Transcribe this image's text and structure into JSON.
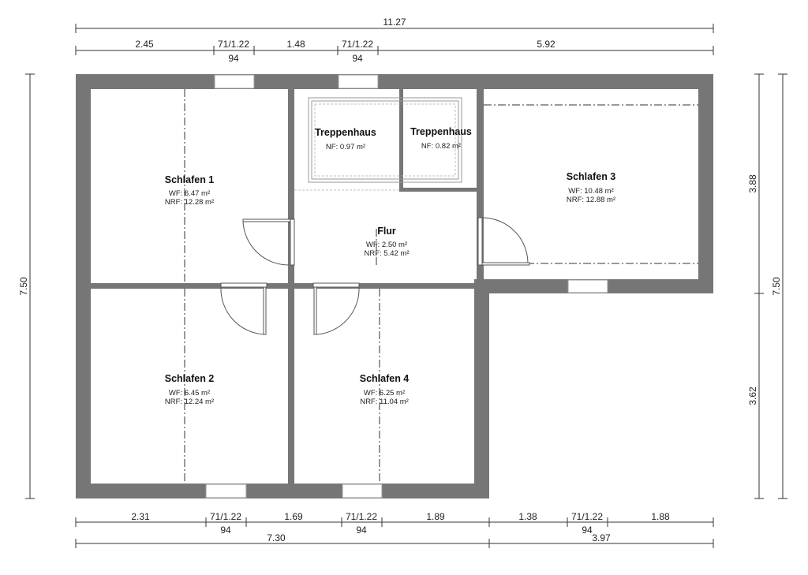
{
  "dimensions": {
    "top_total": "11.27",
    "top_segments": [
      "2.45",
      "71/1.22",
      "1.48",
      "71/1.22",
      "5.92"
    ],
    "top_sub": [
      "94",
      "94"
    ],
    "bottom_segments": [
      "2.31",
      "71/1.22",
      "1.69",
      "71/1.22",
      "1.89",
      "1.38",
      "71/1.22",
      "1.88"
    ],
    "bottom_sub": [
      "94",
      "94",
      "94"
    ],
    "bottom_totals": [
      "7.30",
      "3.97"
    ],
    "left_total": "7.50",
    "right_segments": [
      "3.88",
      "3.62"
    ],
    "right_total": "7.50"
  },
  "rooms": {
    "schlafen1": {
      "name": "Schlafen 1",
      "wf": "WF: 6.47 m²",
      "nrf": "NRF: 12.28 m²"
    },
    "treppenhaus1": {
      "name": "Treppenhaus",
      "nf": "NF: 0.97 m²"
    },
    "treppenhaus2": {
      "name": "Treppenhaus",
      "nf": "NF: 0.82 m²"
    },
    "schlafen3": {
      "name": "Schlafen 3",
      "wf": "WF: 10.48 m²",
      "nrf": "NRF: 12.88 m²"
    },
    "flur": {
      "name": "Flur",
      "wf": "WF: 2.50 m²",
      "nrf": "NRF: 5.42 m²"
    },
    "schlafen2": {
      "name": "Schlafen 2",
      "wf": "WF: 6.45 m²",
      "nrf": "NRF: 12.24 m²"
    },
    "schlafen4": {
      "name": "Schlafen 4",
      "wf": "WF: 6.25 m²",
      "nrf": "NRF: 11.04 m²"
    }
  },
  "colors": {
    "wall": "#767676",
    "line": "#333333"
  }
}
